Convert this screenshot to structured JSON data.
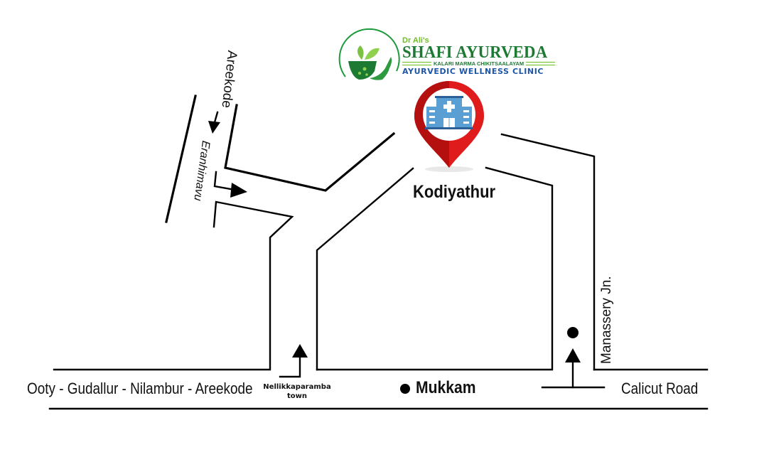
{
  "logo": {
    "prefix": "Dr Ali's",
    "name": "SHAFI AYURVEDA",
    "subtitle": "KALARI MARMA CHIKITSAALAYAM",
    "tagline": "AYURVEDIC WELLNESS CLINIC",
    "icon": "mortar-leaf-hand-icon",
    "colors": {
      "green_dark": "#1d7a33",
      "green_light": "#6cbf1f",
      "blue": "#1e56a8"
    }
  },
  "destination": {
    "label": "Kodiyathur",
    "marker_icon": "hospital-location-pin-icon",
    "pin_color": "#e01b1b",
    "building_color": "#4a90c8"
  },
  "places": {
    "areekode_top": "Areekode",
    "eranhimavu": "Eranhimavu",
    "main_road_west": "Ooty - Gudallur - Nilambur - Areekode",
    "nellikkaparamba": "Nellikkaparamba",
    "nellikkaparamba_sub": "town",
    "mukkam": "Mukkam",
    "calicut_road": "Calicut Road",
    "manassery": "Manassery Jn."
  },
  "colors": {
    "road": "#000000",
    "background": "#ffffff"
  }
}
